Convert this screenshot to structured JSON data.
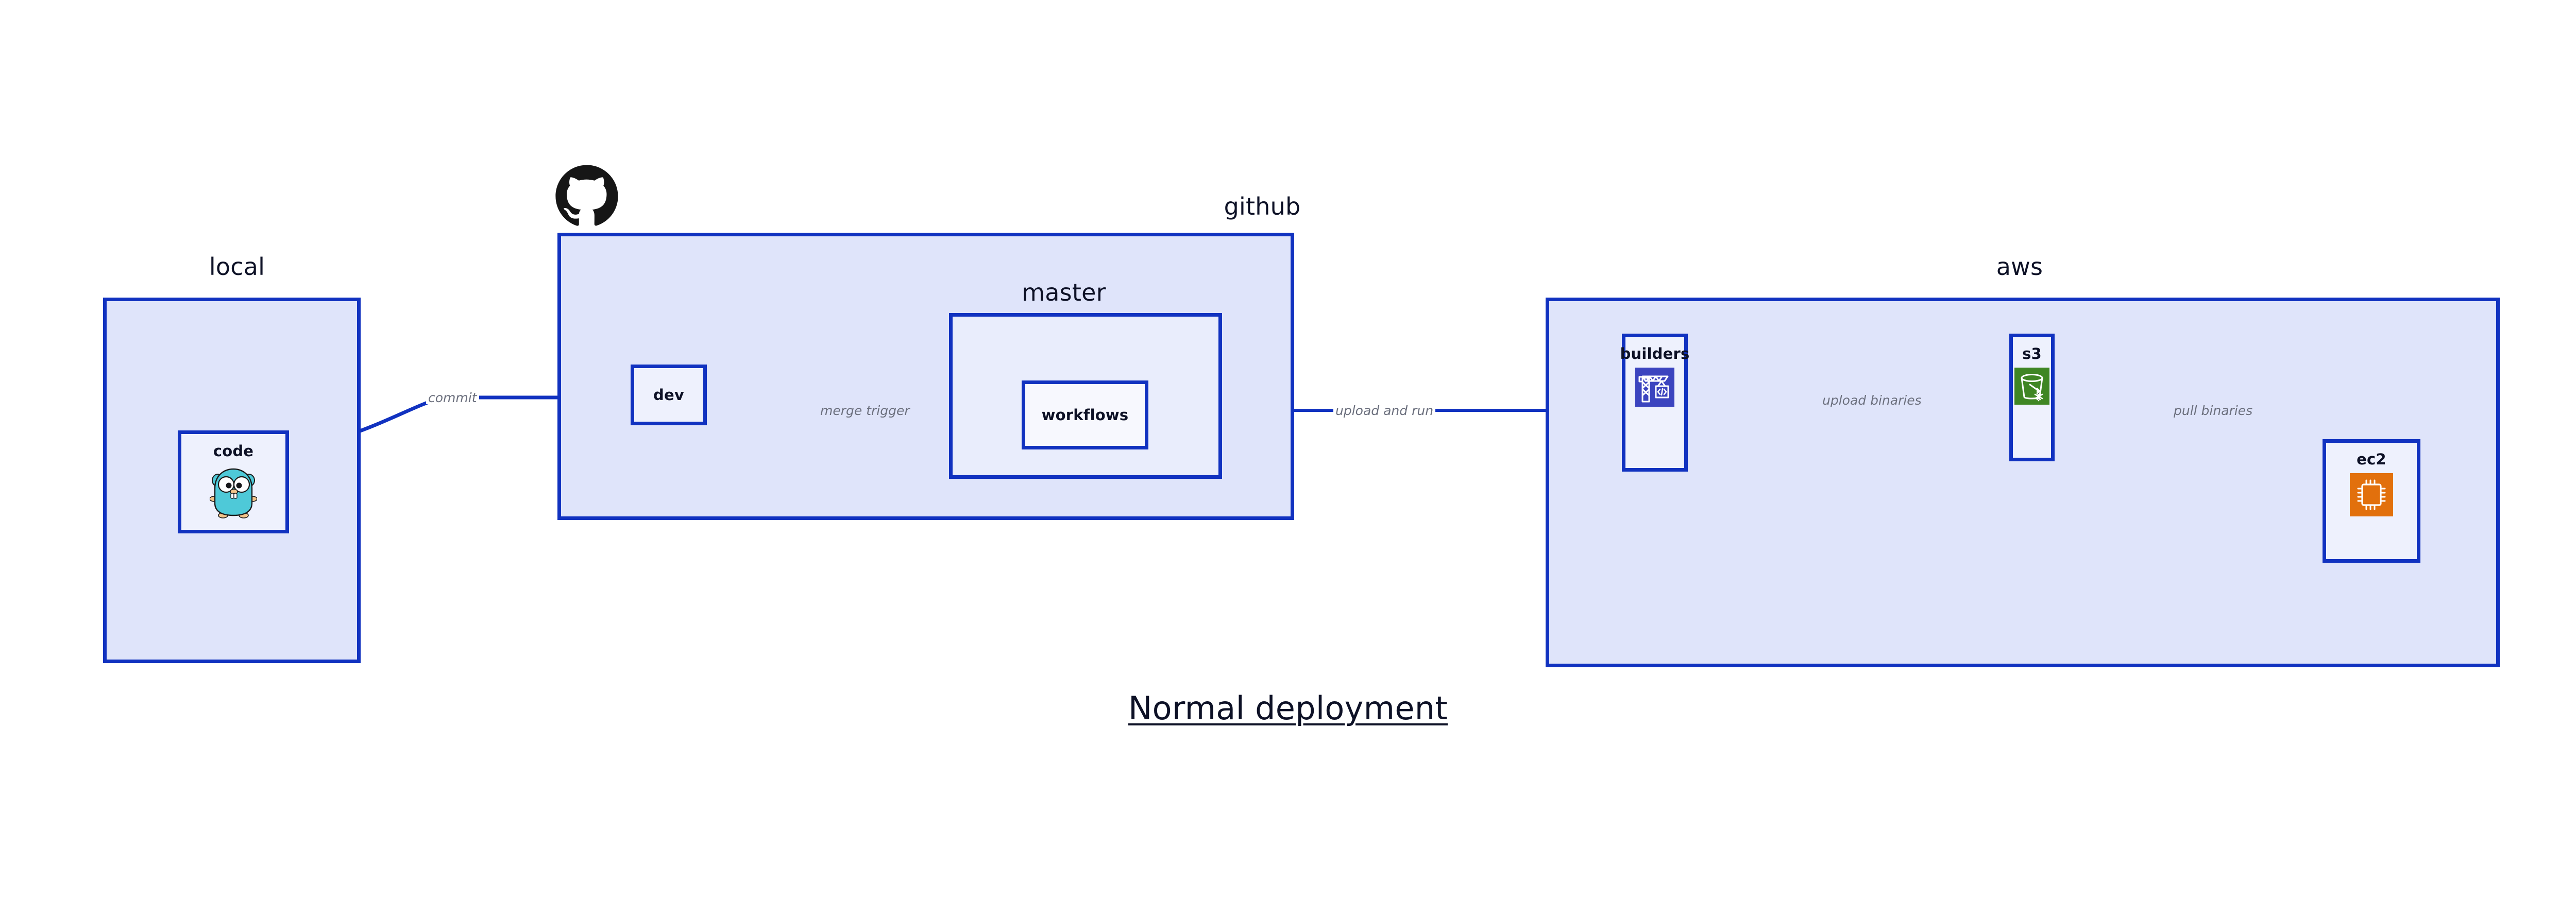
{
  "diagram": {
    "caption": "Normal deployment",
    "accent_border": "#1132c0",
    "group_fill": "#dfe4fa",
    "subgroup_fill": "#e9edfc",
    "node_fill": "#eef1fd",
    "label_color": "#6b6f7d",
    "text_color": "#0d1126"
  },
  "groups": {
    "local": {
      "title": "local"
    },
    "github": {
      "title": "github"
    },
    "master": {
      "title": "master"
    },
    "aws": {
      "title": "aws"
    }
  },
  "nodes": {
    "code": {
      "label": "code",
      "icon": "go-gopher-icon"
    },
    "dev": {
      "label": "dev",
      "icon": "none"
    },
    "workflows": {
      "label": "workflows",
      "icon": "none"
    },
    "builders": {
      "label": "builders",
      "icon": "aws-builders-crane-icon",
      "icon_color": "#3b44bf"
    },
    "s3": {
      "label": "s3",
      "icon": "aws-s3-bucket-icon",
      "icon_color": "#3f8624"
    },
    "ec2": {
      "label": "ec2",
      "icon": "aws-ec2-chip-icon",
      "icon_color": "#e2700c"
    }
  },
  "edges": [
    {
      "id": "commit",
      "label": "commit",
      "from": "code",
      "to": "dev"
    },
    {
      "id": "merge-trigger",
      "label": "merge trigger",
      "from": "dev",
      "to": "workflows"
    },
    {
      "id": "upload-and-run",
      "label": "upload and run",
      "from": "workflows",
      "to": "builders"
    },
    {
      "id": "upload-binaries",
      "label": "upload binaries",
      "from": "builders",
      "to": "s3"
    },
    {
      "id": "pull-binaries",
      "label": "pull binaries",
      "from": "s3",
      "to": "ec2"
    }
  ]
}
